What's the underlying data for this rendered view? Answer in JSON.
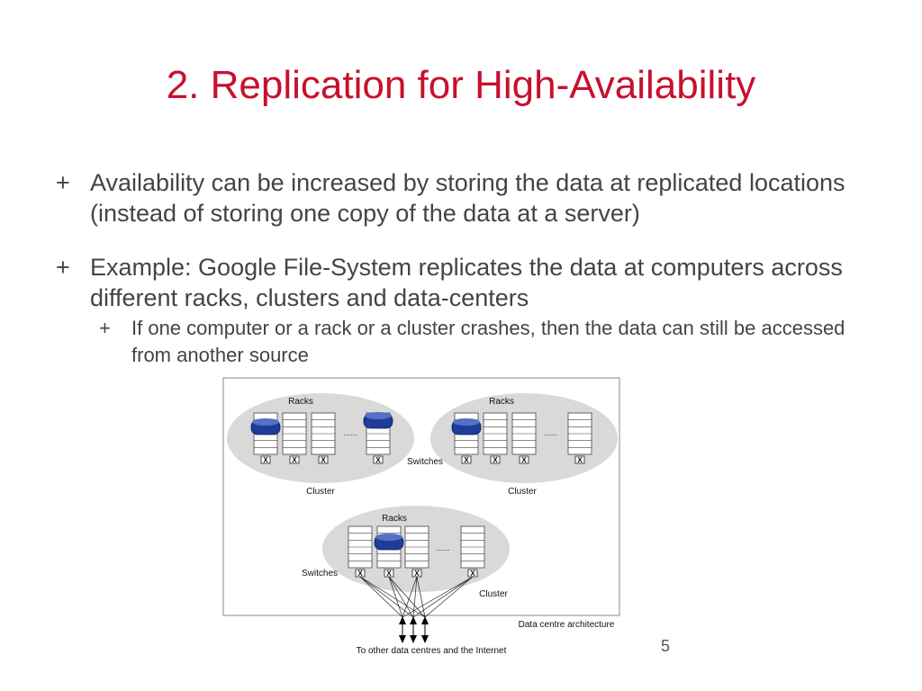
{
  "slide": {
    "title": "2. Replication for High-Availability",
    "bullets": [
      {
        "marker": "+",
        "text": "Availability can be increased by storing the data at replicated locations (instead of storing one copy of the data at a server)"
      },
      {
        "marker": "+",
        "text": "Example: Google File-System replicates the data at computers across different racks, clusters and data-centers"
      }
    ],
    "subbullets": [
      {
        "marker": "+",
        "text": "If one computer or a rack or a cluster crashes, then the data can still be accessed from another source"
      }
    ],
    "page_number": "5"
  },
  "diagram": {
    "cluster_left": {
      "racks_label": "Racks",
      "cluster_label": "Cluster",
      "dots": "......"
    },
    "cluster_right": {
      "racks_label": "Racks",
      "cluster_label": "Cluster",
      "dots": "......"
    },
    "cluster_bottom": {
      "racks_label": "Racks",
      "cluster_label": "Cluster",
      "dots": "......"
    },
    "switches_middle": "Switches",
    "switches_bottom": "Switches",
    "switch_mark": "X",
    "caption": "Data centre architecture",
    "external": "To other data centres and the Internet",
    "colors": {
      "cluster": "#d9d9d9",
      "disk": "#1f3c99",
      "frame": "#888888"
    }
  }
}
